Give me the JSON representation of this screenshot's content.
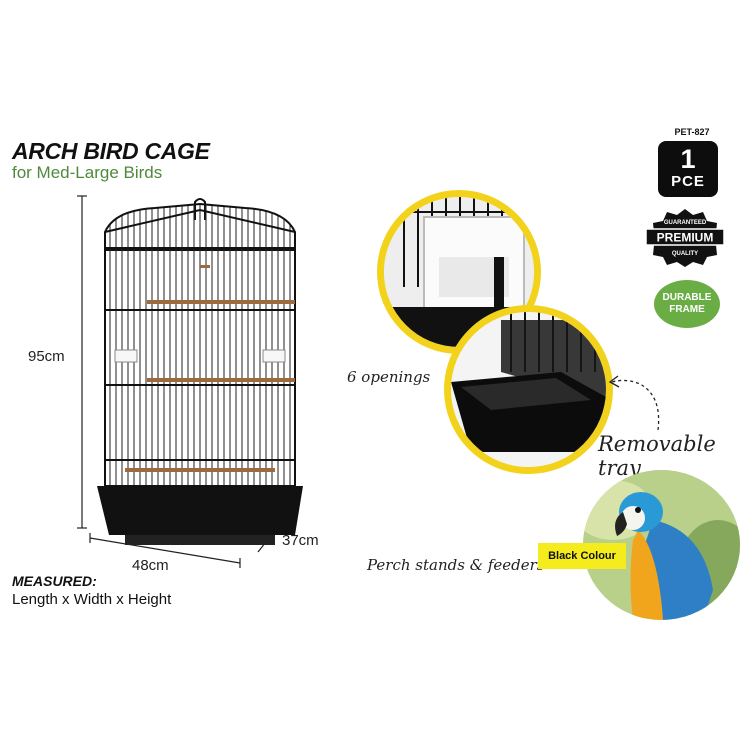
{
  "product": {
    "title": "ARCH BIRD CAGE",
    "subtitle": "for Med-Large Birds",
    "code": "PET-827"
  },
  "dimensions": {
    "height": "95cm",
    "width": "48cm",
    "depth": "37cm"
  },
  "measured": {
    "label": "MEASURED:",
    "value": "Length x Width x Height"
  },
  "badges": {
    "quantity": "1",
    "unit": "PCE",
    "guaranteed": "GUARANTEED",
    "premium": "PREMIUM",
    "quality": "QUALITY",
    "durable_line1": "DURABLE",
    "durable_line2": "FRAME"
  },
  "callouts": {
    "openings": "6 openings",
    "tray": "Removable tray",
    "perch": "Perch stands & feeders",
    "colour": "Black Colour"
  },
  "colors": {
    "accent_yellow": "#f3d21b",
    "durable_green": "#6aad45",
    "subtitle_green": "#4f8a3c",
    "cage_black": "#111111"
  }
}
